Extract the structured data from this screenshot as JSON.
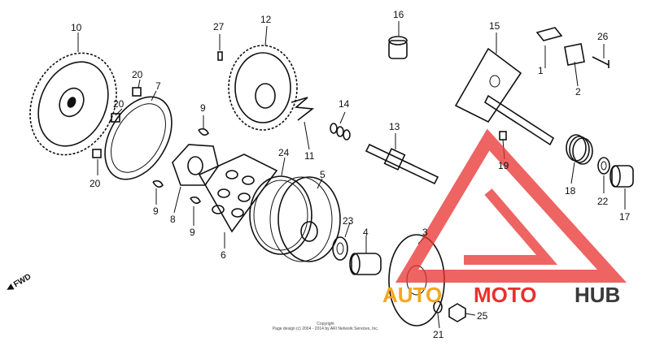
{
  "callouts": [
    "1",
    "2",
    "3",
    "4",
    "5",
    "6",
    "7",
    "8",
    "9",
    "10",
    "11",
    "12",
    "13",
    "14",
    "15",
    "16",
    "17",
    "18",
    "19",
    "20",
    "21",
    "22",
    "23",
    "24",
    "25",
    "26",
    "27"
  ],
  "fwd_label": "FWD",
  "copyright": {
    "line1": "Copyright",
    "line2": "Page design (c) 2004 - 2014 by ARI Network Services, Inc."
  },
  "watermark": {
    "part1": "AUTO",
    "part2": "MOTO",
    "part3": "HUB",
    "colors": {
      "red": "#e8312f",
      "orange": "#f5a623",
      "dark": "#3a3a3a"
    }
  }
}
